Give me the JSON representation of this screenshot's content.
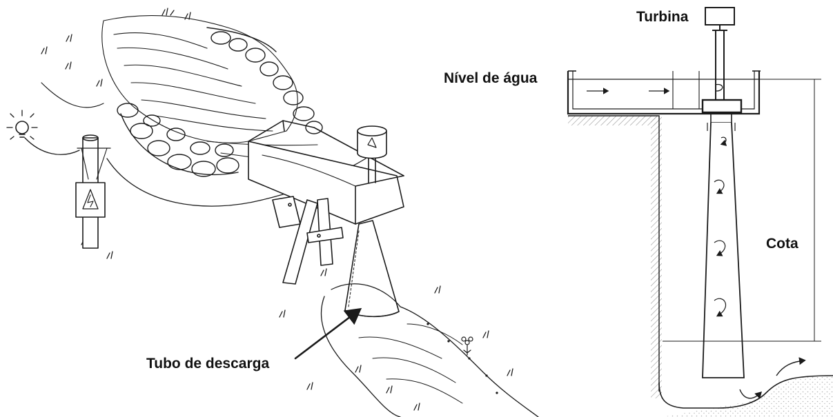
{
  "labels": {
    "turbina": "Turbina",
    "nivel_agua": "Nível de água",
    "cota": "Cota",
    "tubo_descarga": "Tubo de descarga"
  },
  "colors": {
    "ink": "#1a1a1a",
    "hatch": "#9a9a9a",
    "stipple": "#b5b5b5",
    "background": "#ffffff"
  },
  "icons": [
    "light-bulb-icon",
    "electrical-box-icon",
    "hazard-symbol-icon",
    "flower-icon",
    "grass-tuft-icon"
  ]
}
